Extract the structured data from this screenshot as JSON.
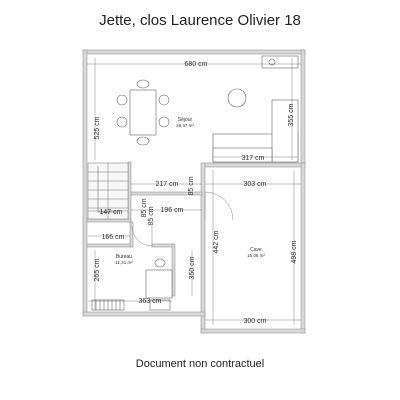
{
  "title": "Jette, clos Laurence Olivier 18",
  "footer": "Document non contractuel",
  "rooms": {
    "sejour": {
      "name": "Séjour",
      "area": "28,47 m²"
    },
    "cave": {
      "name": "Cave",
      "area": "15,06 m²"
    },
    "bureau": {
      "name": "Bureau",
      "area": "11,31 m²"
    }
  },
  "dimensions": {
    "top_width": "680 cm",
    "left_height": "525 cm",
    "right_height": "355 cm",
    "sofa_width": "317 cm",
    "corridor_width": "217 cm",
    "cave_width": "303 cm",
    "stair_height": "85 cm",
    "corridor_inner": "196 cm",
    "stair_width": "147 cm",
    "small_a": "85 cm",
    "small_b": "85 cm",
    "hall_width": "166 cm",
    "cave_left_height": "442 cm",
    "cave_right_height": "498 cm",
    "bureau_left_height": "265 cm",
    "bureau_right_height": "350 cm",
    "bureau_width": "363 cm",
    "cave_bottom_width": "300 cm"
  }
}
